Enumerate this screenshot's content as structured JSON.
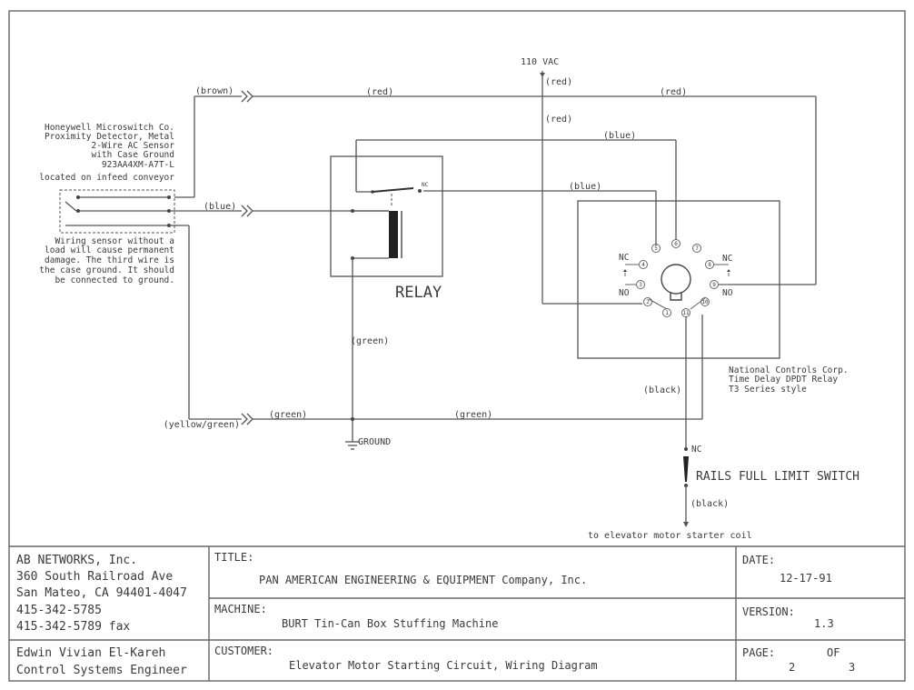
{
  "diagram": {
    "power": {
      "label": "110 VAC",
      "wire1": "(red)",
      "wire2": "(red)"
    },
    "wires": {
      "brown": "(brown)",
      "red_top": "(red)",
      "red_right": "(red)",
      "blue_top": "(blue)",
      "blue_mid": "(blue)",
      "blue_left": "(blue)",
      "green_relay": "(green)",
      "yellow_green": "(yellow/green)",
      "green_left": "(green)",
      "green_mid": "(green)",
      "black_upper": "(black)",
      "black_lower": "(black)"
    },
    "sensor": {
      "description": [
        "Honeywell Microswitch Co.",
        "Proximity Detector, Metal",
        "2-Wire AC Sensor",
        "with Case Ground",
        "923AA4XM-A7T-L",
        "located on infeed conveyor"
      ],
      "warning": [
        "Wiring sensor without a",
        "load will cause permanent",
        "damage. The third wire is",
        "the case ground. It should",
        "be connected to ground."
      ]
    },
    "relay": {
      "label": "RELAY",
      "contact": "NC"
    },
    "ground": {
      "label": "GROUND"
    },
    "timer": {
      "pins": [
        "1",
        "2",
        "3",
        "4",
        "5",
        "6",
        "7",
        "8",
        "9",
        "10",
        "11"
      ],
      "nc_left": "NC",
      "no_left": "NO",
      "nc_right": "NC",
      "no_right": "NO",
      "description": [
        "National Controls Corp.",
        "Time Delay DPDT Relay",
        "T3 Series style"
      ]
    },
    "limit_switch": {
      "label": "RAILS FULL LIMIT SWITCH",
      "contact": "NC"
    },
    "output": "to elevator motor starter coil"
  },
  "title_block": {
    "company": [
      "AB NETWORKS, Inc.",
      "360 South Railroad Ave",
      "San Mateo, CA 94401-4047",
      "415-342-5785",
      "415-342-5789 fax"
    ],
    "engineer": [
      "Edwin Vivian El-Kareh",
      "Control Systems Engineer"
    ],
    "title_label": "TITLE:",
    "title": "PAN AMERICAN ENGINEERING & EQUIPMENT Company, Inc.",
    "machine_label": "MACHINE:",
    "machine": "BURT Tin-Can Box Stuffing Machine",
    "customer_label": "CUSTOMER:",
    "customer": "Elevator Motor Starting Circuit, Wiring Diagram",
    "date_label": "DATE:",
    "date": "12-17-91",
    "version_label": "VERSION:",
    "version": "1.3",
    "page_label": "PAGE:",
    "page": "2",
    "of_label": "OF",
    "of": "3"
  }
}
